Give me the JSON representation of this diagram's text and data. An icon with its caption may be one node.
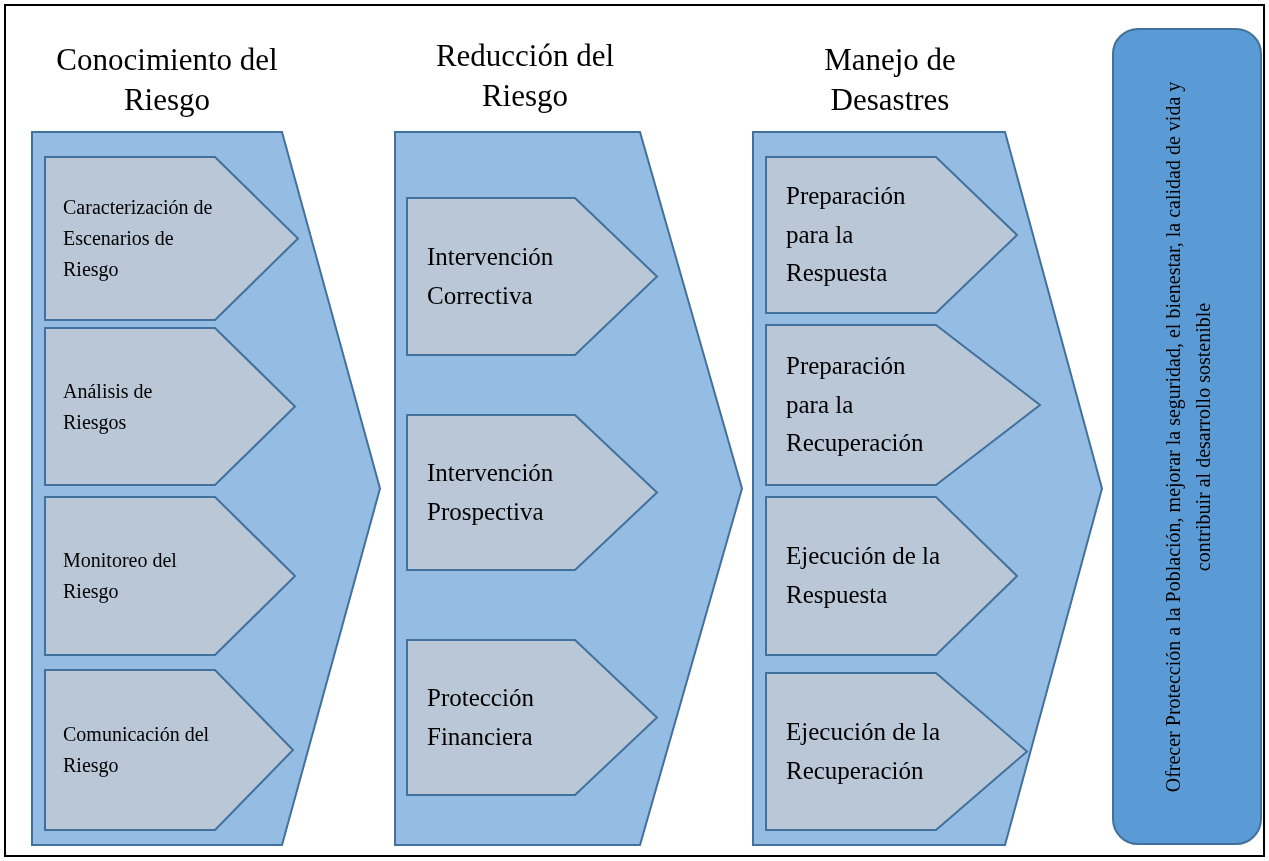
{
  "diagram": {
    "nodes": [
      {
        "text": [
          "Conocimiento del Riesgo"
        ]
      },
      {
        "text": [
          "Caracterización de Escenarios de Riesgo"
        ],
        "in": 0
      },
      {
        "text": [
          "Análisis de Riesgos"
        ],
        "in": 0
      },
      {
        "text": [
          "Monitoreo del Riesgo"
        ],
        "in": 0
      },
      {
        "text": [
          "Comunicación del Riesgo"
        ],
        "in": 0
      },
      {
        "text": [
          "Reducción del Riesgo"
        ]
      },
      {
        "text": [
          "Intervención Correctiva"
        ],
        "in": 5
      },
      {
        "text": [
          "Intervención Prospectiva"
        ],
        "in": 5
      },
      {
        "text": [
          "Protección Financiera"
        ],
        "in": 5
      },
      {
        "text": [
          "Manejo de Desastres"
        ]
      },
      {
        "text": [
          "Preparación para la Respuesta"
        ],
        "in": 9
      },
      {
        "text": [
          "Preparación para la Recuperación"
        ],
        "in": 9
      },
      {
        "text": [
          "Ejecución de la Respuesta"
        ],
        "in": 9
      },
      {
        "text": [
          "Ejecución de la Recuperación"
        ],
        "in": 9
      },
      {
        "text": [
          "Ofrecer Protección a la Población, mejorar la seguridad, el bienestar, la calidad de vida y contribuir al desarrollo sostenible"
        ]
      }
    ]
  }
}
